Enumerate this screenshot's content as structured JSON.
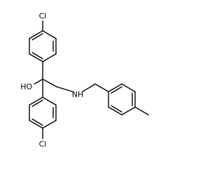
{
  "molecule": {
    "atoms": {
      "cl_top": "Cl",
      "cl_bottom": "Cl",
      "oh": "HO",
      "nh": "NH"
    }
  }
}
